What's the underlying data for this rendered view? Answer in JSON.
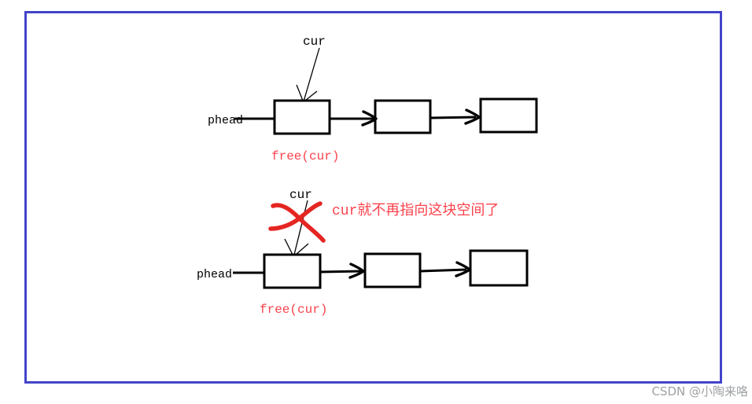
{
  "colors": {
    "frame_blue": "#4244c9",
    "cross_red": "#e42522",
    "text_red": "#fb424c",
    "watermark_grey": "#9da1a4",
    "ink_black": "#000000"
  },
  "diagram_top": {
    "cur_label": "cur",
    "phead_label": "phead",
    "free_label": "free(cur)"
  },
  "diagram_bottom": {
    "cur_label": "cur",
    "phead_label": "phead",
    "free_label": "free(cur)",
    "annotation": "cur就不再指向这块空间了"
  },
  "watermark": {
    "text": "CSDN @小陶来咯"
  }
}
